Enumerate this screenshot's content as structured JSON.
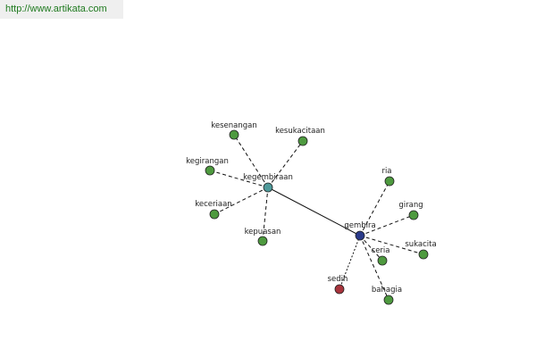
{
  "url_banner": {
    "text": "http://www.artikata.com",
    "color": "#1f7a1f",
    "background": "#efefef"
  },
  "colors": {
    "hub_kegembiraan": "#4f9a9a",
    "hub_gembira": "#2a3a8a",
    "synonym": "#4e9a3f",
    "antonym": "#a8343c",
    "node_outline": "#222222",
    "edge": "#111111"
  },
  "graph": {
    "hubs": [
      {
        "id": "kegembiraan",
        "label": "kegembiraan",
        "kind": "hub_kegembiraan"
      },
      {
        "id": "gembira",
        "label": "gembira",
        "kind": "hub_gembira"
      }
    ],
    "hub_link": {
      "from": "kegembiraan",
      "to": "gembira",
      "style": "solid"
    },
    "nodes": [
      {
        "id": "kesenangan",
        "label": "kesenangan",
        "hub": "kegembiraan",
        "kind": "synonym"
      },
      {
        "id": "kesukacitaan",
        "label": "kesukacitaan",
        "hub": "kegembiraan",
        "kind": "synonym"
      },
      {
        "id": "kegirangan",
        "label": "kegirangan",
        "hub": "kegembiraan",
        "kind": "synonym"
      },
      {
        "id": "keceriaan",
        "label": "keceriaan",
        "hub": "kegembiraan",
        "kind": "synonym"
      },
      {
        "id": "kepuasan",
        "label": "kepuasan",
        "hub": "kegembiraan",
        "kind": "synonym"
      },
      {
        "id": "ria",
        "label": "ria",
        "hub": "gembira",
        "kind": "synonym"
      },
      {
        "id": "girang",
        "label": "girang",
        "hub": "gembira",
        "kind": "synonym"
      },
      {
        "id": "sukacita",
        "label": "sukacita",
        "hub": "gembira",
        "kind": "synonym"
      },
      {
        "id": "ceria",
        "label": "ceria",
        "hub": "gembira",
        "kind": "synonym"
      },
      {
        "id": "bahagia",
        "label": "bahagia",
        "hub": "gembira",
        "kind": "synonym"
      },
      {
        "id": "sedih",
        "label": "sedih",
        "hub": "gembira",
        "kind": "antonym"
      }
    ]
  }
}
